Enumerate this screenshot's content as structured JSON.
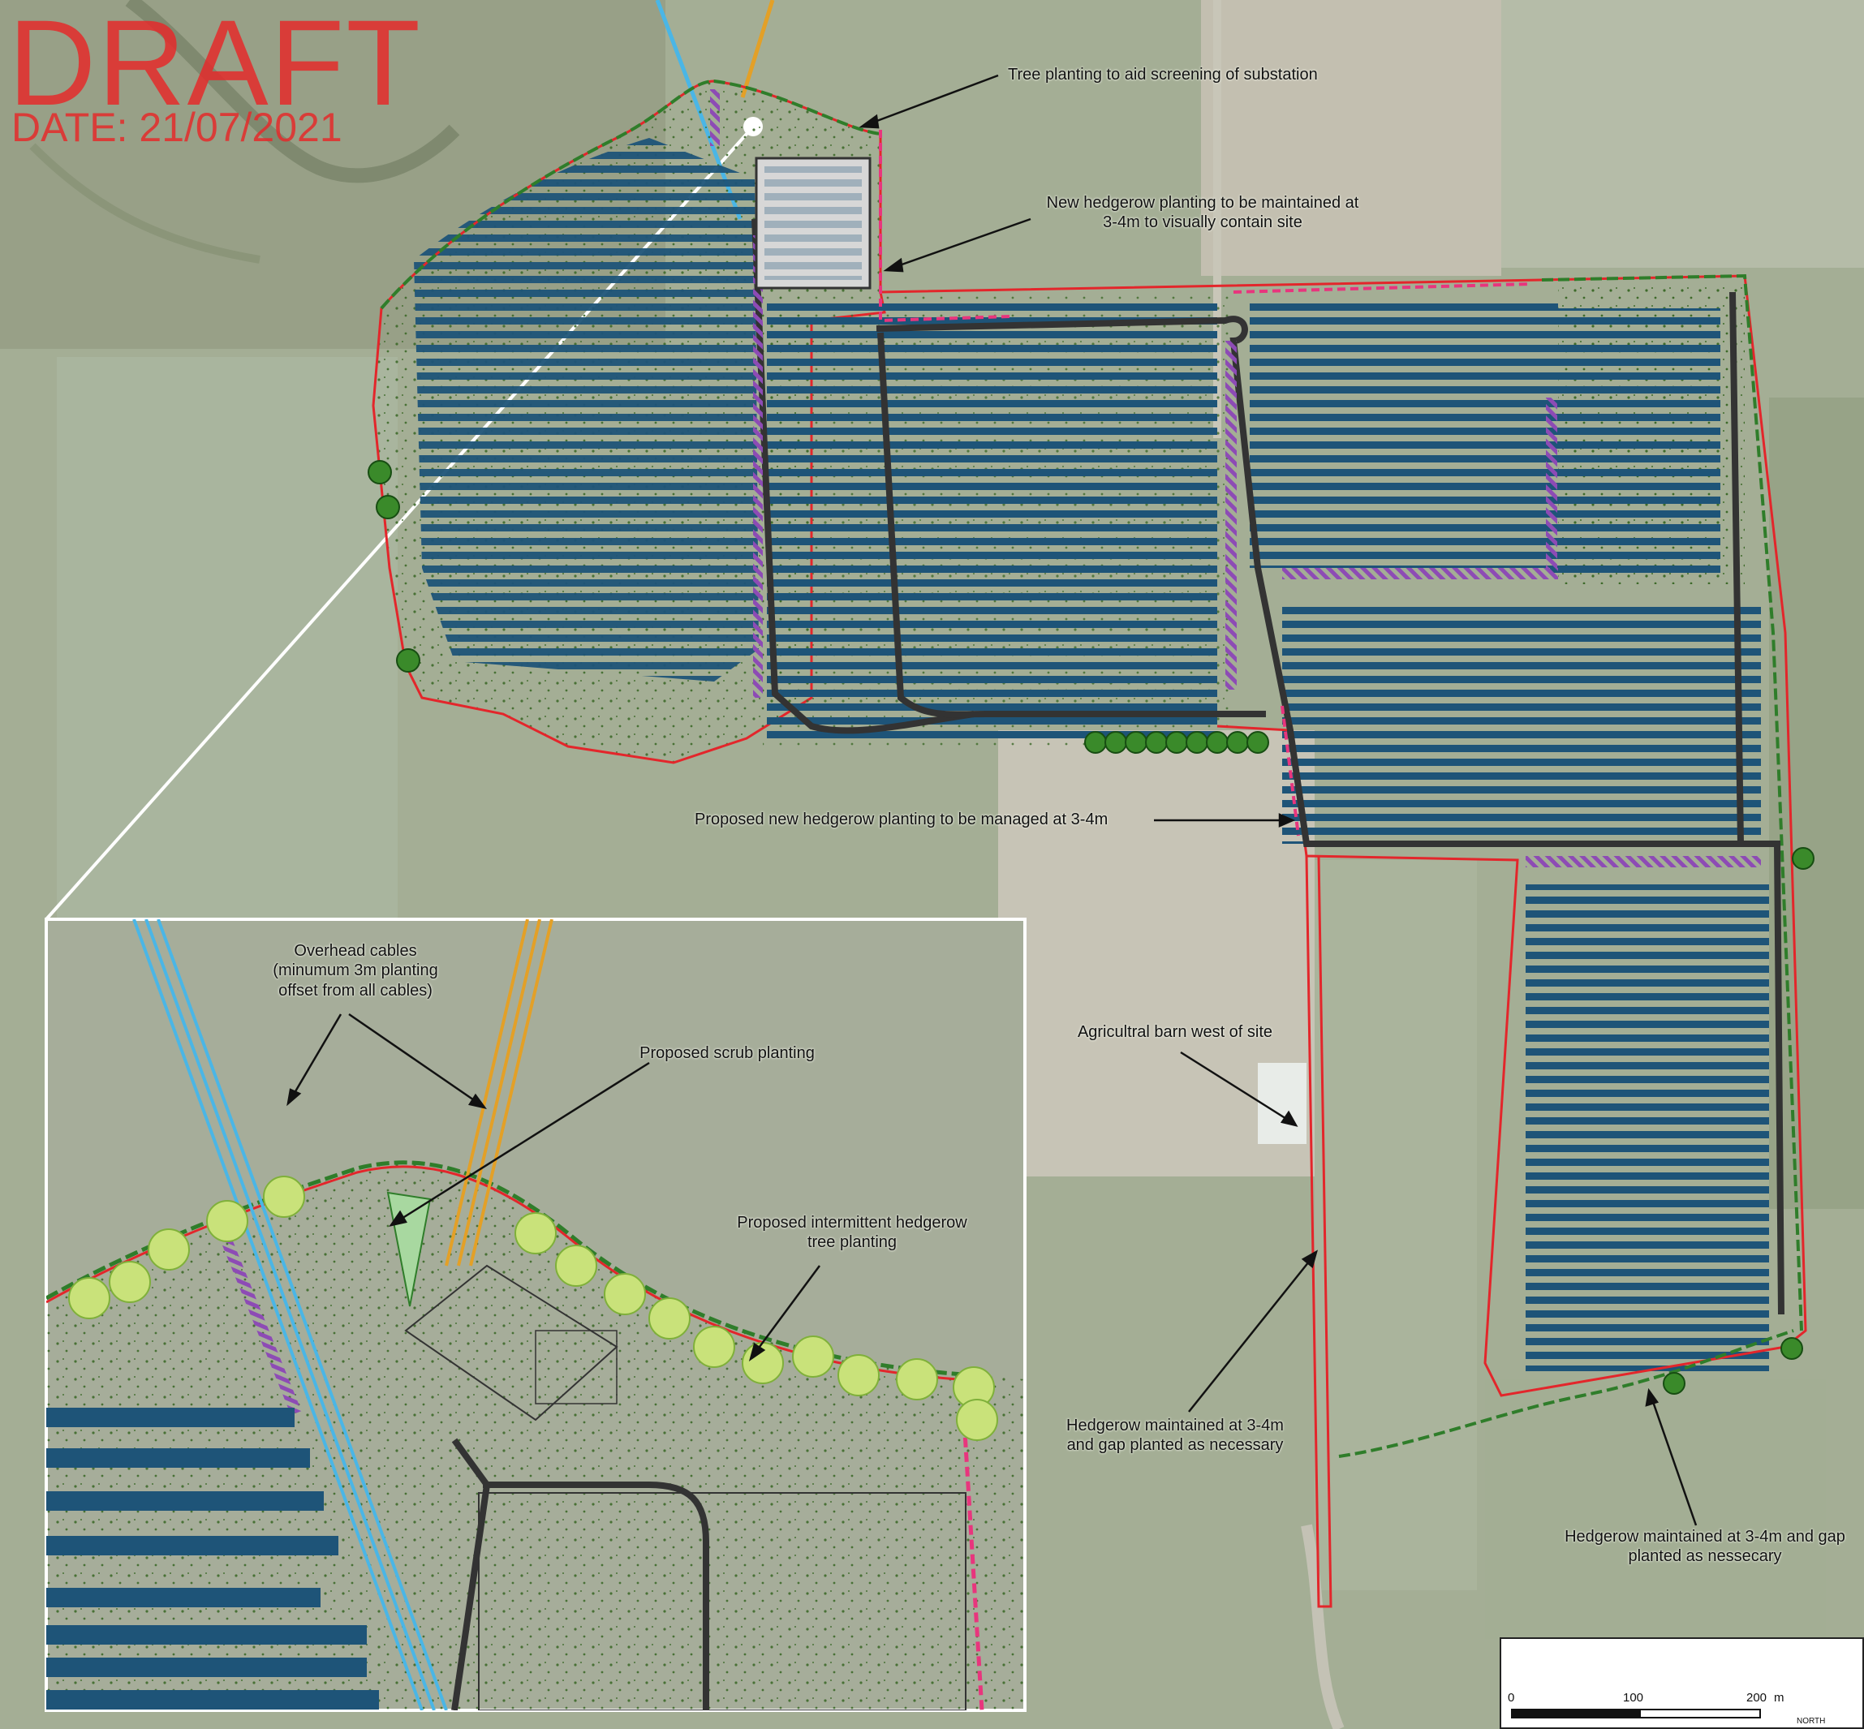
{
  "stamp": {
    "draft": "DRAFT",
    "date": "DATE: 21/07/2021"
  },
  "labels": {
    "tree_planting": "Tree planting to aid screening of substation",
    "new_hedgerow": "New hedgerow planting to be maintained at\n3-4m to visually contain site",
    "proposed_new_hedgerow": "Proposed new hedgerow planting to be managed at 3-4m",
    "barn": "Agricultral barn west of site",
    "hedgerow_gap_1": "Hedgerow maintained at 3-4m\nand gap planted as necessary",
    "hedgerow_gap_2": "Hedgerow maintained at 3-4m and gap\nplanted as nessecary"
  },
  "inset": {
    "overhead_cables": "Overhead cables\n(minumum 3m planting\noffset from all cables)",
    "scrub": "Proposed scrub planting",
    "intermittent": "Proposed intermittent hedgerow\ntree planting"
  },
  "scale": {
    "ticks": [
      "0",
      "100",
      "200"
    ],
    "unit": "m",
    "north": "NORTH"
  },
  "colors": {
    "panel": "#1e5478",
    "boundary": "#e3262b",
    "hedgerow": "#2f7d2a",
    "track": "#333333",
    "new_hedgerow": "#e8357d",
    "purple": "#8d4bb5",
    "cable_blue": "#4ab6e6",
    "cable_orange": "#e3a027",
    "tree": "#c9e27a"
  }
}
